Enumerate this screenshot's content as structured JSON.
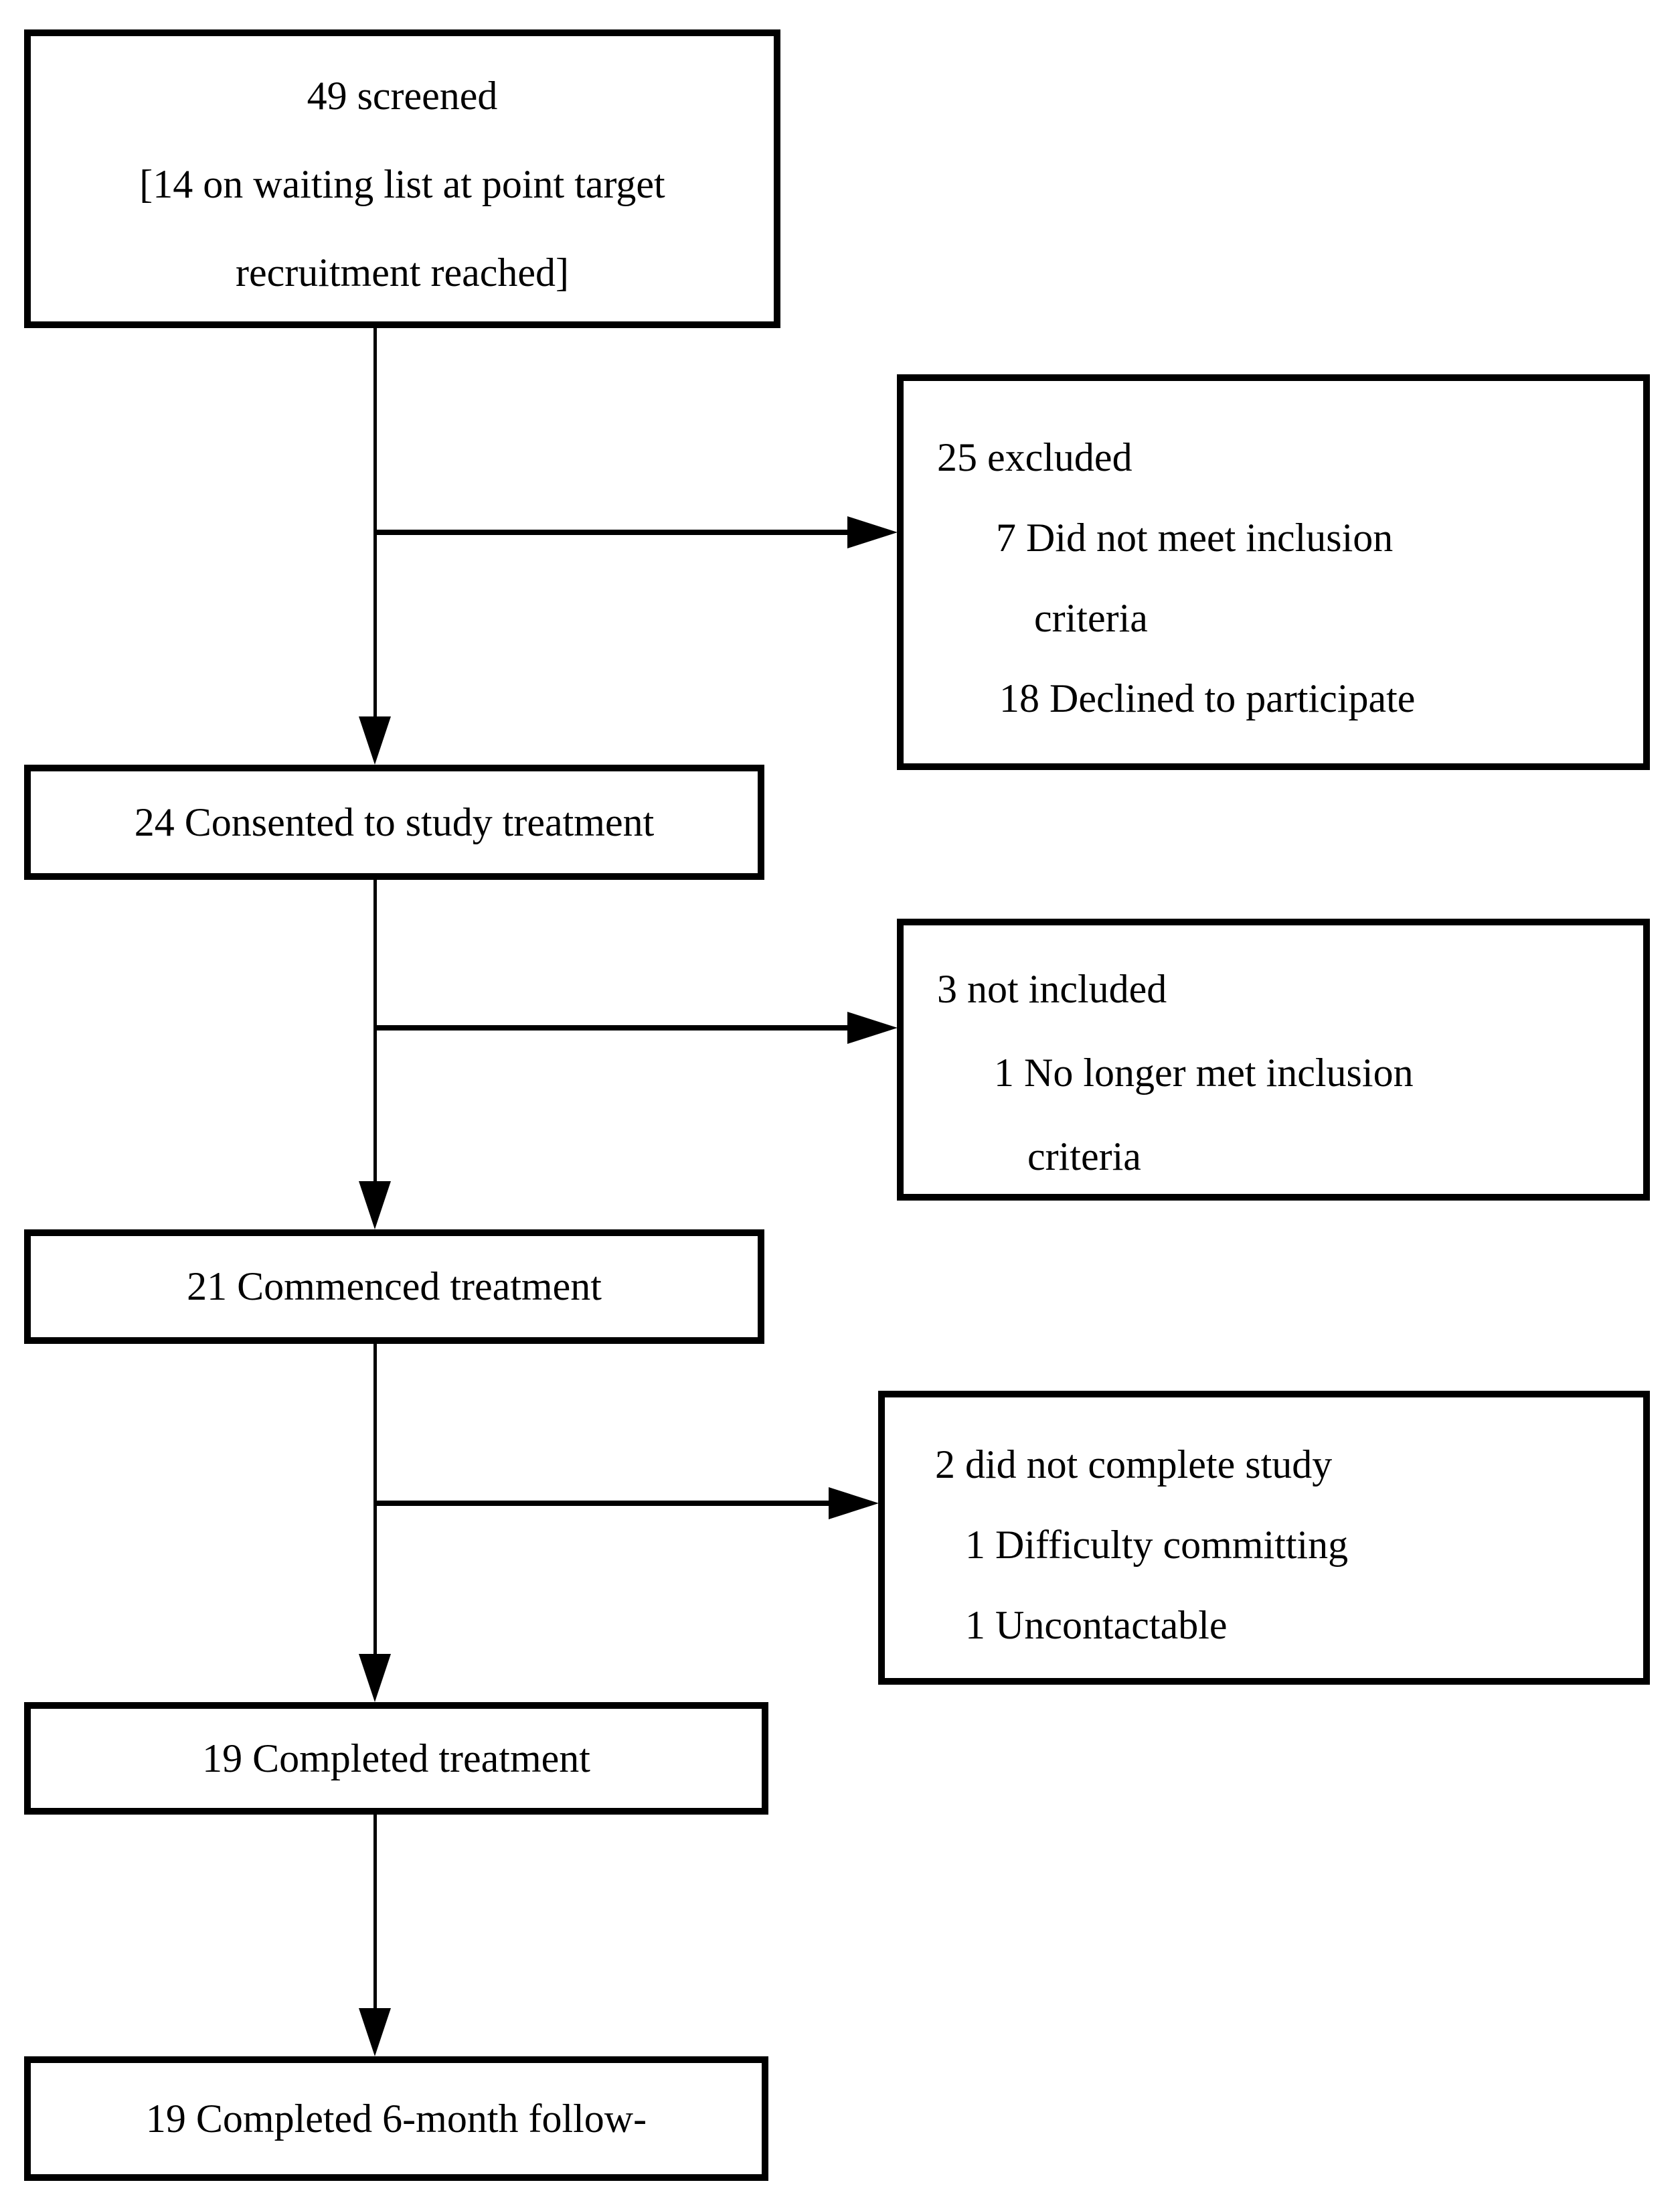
{
  "colors": {
    "box_border": "#000000",
    "text": "#000000",
    "background": "#ffffff"
  },
  "boxes": {
    "screened": {
      "line1": "49 screened",
      "line2": "[14 on waiting list at point target",
      "line3": "recruitment reached]"
    },
    "excluded": {
      "line1": "25 excluded",
      "line2": "7 Did not meet inclusion",
      "line3": "criteria",
      "line4": "18 Declined to participate"
    },
    "consented": {
      "line1": "24 Consented to study treatment"
    },
    "not_included": {
      "line1": "3 not included",
      "line2": "1 No longer met inclusion",
      "line3": "criteria"
    },
    "commenced": {
      "line1": "21 Commenced treatment"
    },
    "did_not_complete": {
      "line1": "2 did not complete study",
      "line2": "1 Difficulty committing",
      "line3": "1 Uncontactable"
    },
    "completed": {
      "line1": "19 Completed treatment"
    },
    "followup": {
      "line1": "19 Completed 6-month follow-"
    }
  }
}
